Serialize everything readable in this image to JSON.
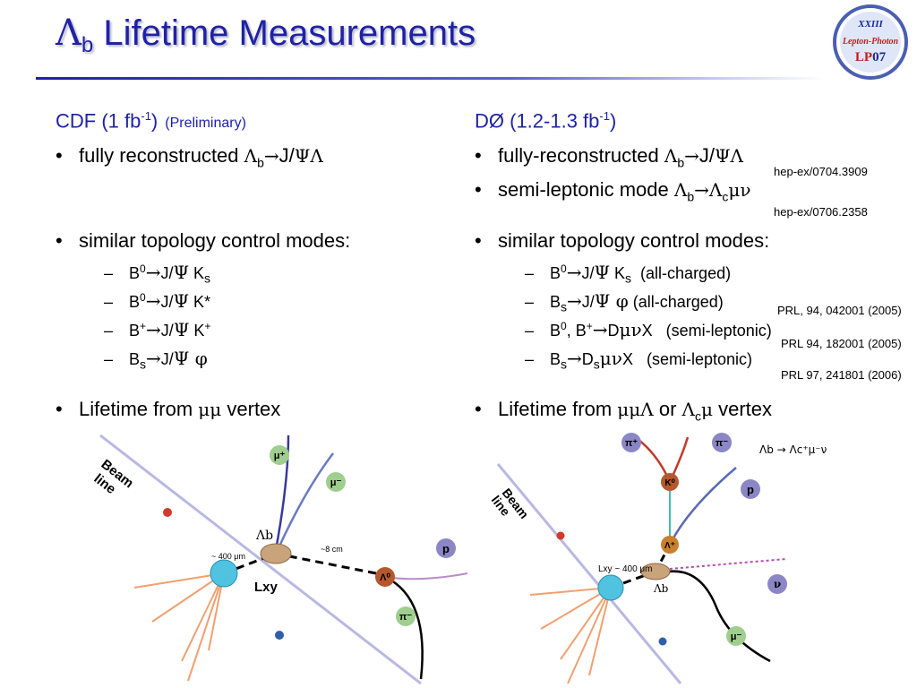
{
  "title": {
    "symbol": "Λ",
    "sub": "b",
    "text": " Lifetime Measurements"
  },
  "logo": {
    "line1": "XXIII",
    "line2": "Lepton-Photon",
    "line3_lp": "LP",
    "line3_year": "07"
  },
  "left": {
    "heading": "CDF (1 fb",
    "heading_sup": "-1",
    "heading_close": ")",
    "heading_note": "(Preliminary)",
    "bullet1": {
      "a": "fully reconstructed ",
      "L": "Λ",
      "b": "b",
      "arrow": "→",
      "c": "J/",
      "psi": "Ψ",
      "lam": "Λ"
    },
    "bullet2": "similar topology control modes:",
    "modes": [
      {
        "p": "B",
        "sup": "0",
        "arrow": "→",
        "j": "J/",
        "psi": "Ψ",
        "k": " K",
        "sub": "s"
      },
      {
        "p": "B",
        "sup": "0",
        "arrow": "→",
        "j": "J/",
        "psi": "Ψ",
        "k": " K*"
      },
      {
        "p": "B",
        "sup": "+",
        "arrow": "→",
        "j": "J/",
        "psi": "Ψ",
        "k": " K",
        "ksup": "+"
      },
      {
        "p": "B",
        "sub": "s",
        "arrow": "→",
        "j": "J/",
        "psi": "Ψ",
        "phi": " φ"
      }
    ],
    "bullet3": {
      "a": "Lifetime from ",
      "mumu": "μμ",
      "b": " vertex"
    },
    "figure": {
      "beam1": "Beam",
      "beam2": "line",
      "mu_plus": "μ⁺",
      "mu_minus": "μ⁻",
      "lambda_b": "Λb",
      "dist_small": "~ 400 μm",
      "dist_large": "~8 cm",
      "lxy": "Lxy",
      "lambda0": "Λ⁰",
      "proton": "p",
      "pion": "π⁻"
    }
  },
  "right": {
    "heading": "DØ (1.2-1.3 fb",
    "heading_sup": "-1",
    "heading_close": ")",
    "bullet1": {
      "a": "fully-reconstructed ",
      "L": "Λ",
      "b": "b",
      "arrow": "→",
      "c": "J/",
      "psi": "Ψ",
      "lam": "Λ"
    },
    "ref1": "hep-ex/0704.3909",
    "bullet2": {
      "a": "semi-leptonic mode ",
      "L": "Λ",
      "b": "b",
      "arrow": "→",
      "L2": "Λ",
      "c": "c",
      "munu": "μν"
    },
    "ref2": "hep-ex/0706.2358",
    "bullet3": "similar topology control modes:",
    "modes": [
      {
        "text": "B",
        "sup": "0",
        "arrow": "→",
        "j": "J/",
        "psi": "Ψ",
        "k": " K",
        "sub": "s",
        "note": "  (all-charged)"
      },
      {
        "text": "B",
        "sub": "s",
        "arrow": "→",
        "j": "J/",
        "psi": "Ψ",
        "phi": " φ",
        "note": " (all-charged)"
      },
      {
        "text": "B",
        "sup": "0",
        "mid": ", B",
        "sup2": "+",
        "arrow": "→",
        "d": "D",
        "munu": "μν",
        "x": "X",
        "note": "   (semi-leptonic)"
      },
      {
        "text": "B",
        "sub": "s",
        "arrow": "→",
        "d": "D",
        "dsub": "s",
        "munu": "μν",
        "x": "X",
        "note": "   (semi-leptonic)"
      }
    ],
    "refs": [
      "PRL, 94, 042001 (2005)",
      "PRL 94, 182001 (2005)",
      "PRL 97, 241801 (2006)"
    ],
    "bullet4": {
      "a": "Lifetime from ",
      "mumu": "μμΛ",
      "or": " or ",
      "L": "Λ",
      "c": "c",
      "mu": "μ",
      "b": " vertex"
    },
    "figure": {
      "beam1": "Beam",
      "beam2": "line",
      "pi_plus": "π⁺",
      "pi_minus": "π⁻",
      "k0": "K⁰",
      "proton": "p",
      "decay": "Λb → Λc⁺μ⁻ν",
      "lambda_c": "Λ⁺",
      "lxy": "Lxy ~ 400 μm",
      "lambda_b": "Λb",
      "nu": "ν",
      "mu_minus": "μ⁻"
    }
  },
  "colors": {
    "title": "#1f22a6",
    "primary_vertex": "#4fc3e0",
    "lambda_b": "#c9a37a",
    "lambda0": "#b5582e",
    "particle_green": "#9fce8e",
    "particle_purple": "#8b87c6",
    "beam": "#b8b8e4",
    "track_orange": "#f0a070",
    "red_dot": "#d23a2a",
    "blue_dot": "#2f5fa8"
  }
}
